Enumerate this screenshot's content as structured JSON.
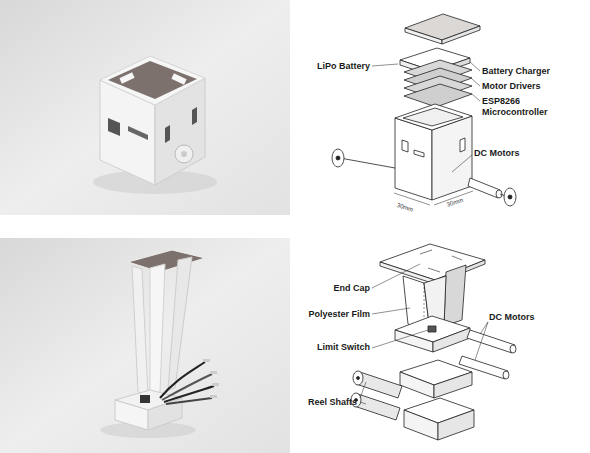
{
  "diagram": {
    "labels": [
      "LiPo Battery",
      "Battery Charger",
      "Motor Drivers",
      "ESP8266 Microcontroller",
      "DC Motors",
      "30mm",
      "30mm",
      "End Cap",
      "Polyester Film",
      "Limit Switch",
      "DC Motors",
      "Reel Shafts"
    ]
  }
}
